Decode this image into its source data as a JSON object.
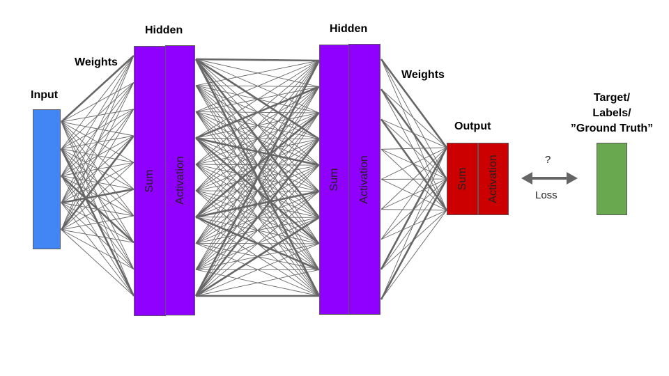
{
  "labels": {
    "input": "Input",
    "hidden1": "Hidden",
    "hidden2": "Hidden",
    "weights1": "Weights",
    "weights2": "Weights",
    "output": "Output",
    "target_line1": "Target/",
    "target_line2": "Labels/",
    "target_line3": "”Ground Truth”",
    "question": "?",
    "loss": "Loss"
  },
  "blocks": {
    "sum": "Sum",
    "activation": "Activation"
  },
  "colors": {
    "input": "#4285f4",
    "hidden": "#8f00ff",
    "output": "#cc0000",
    "target": "#6aa84f",
    "edge": "#666666"
  }
}
